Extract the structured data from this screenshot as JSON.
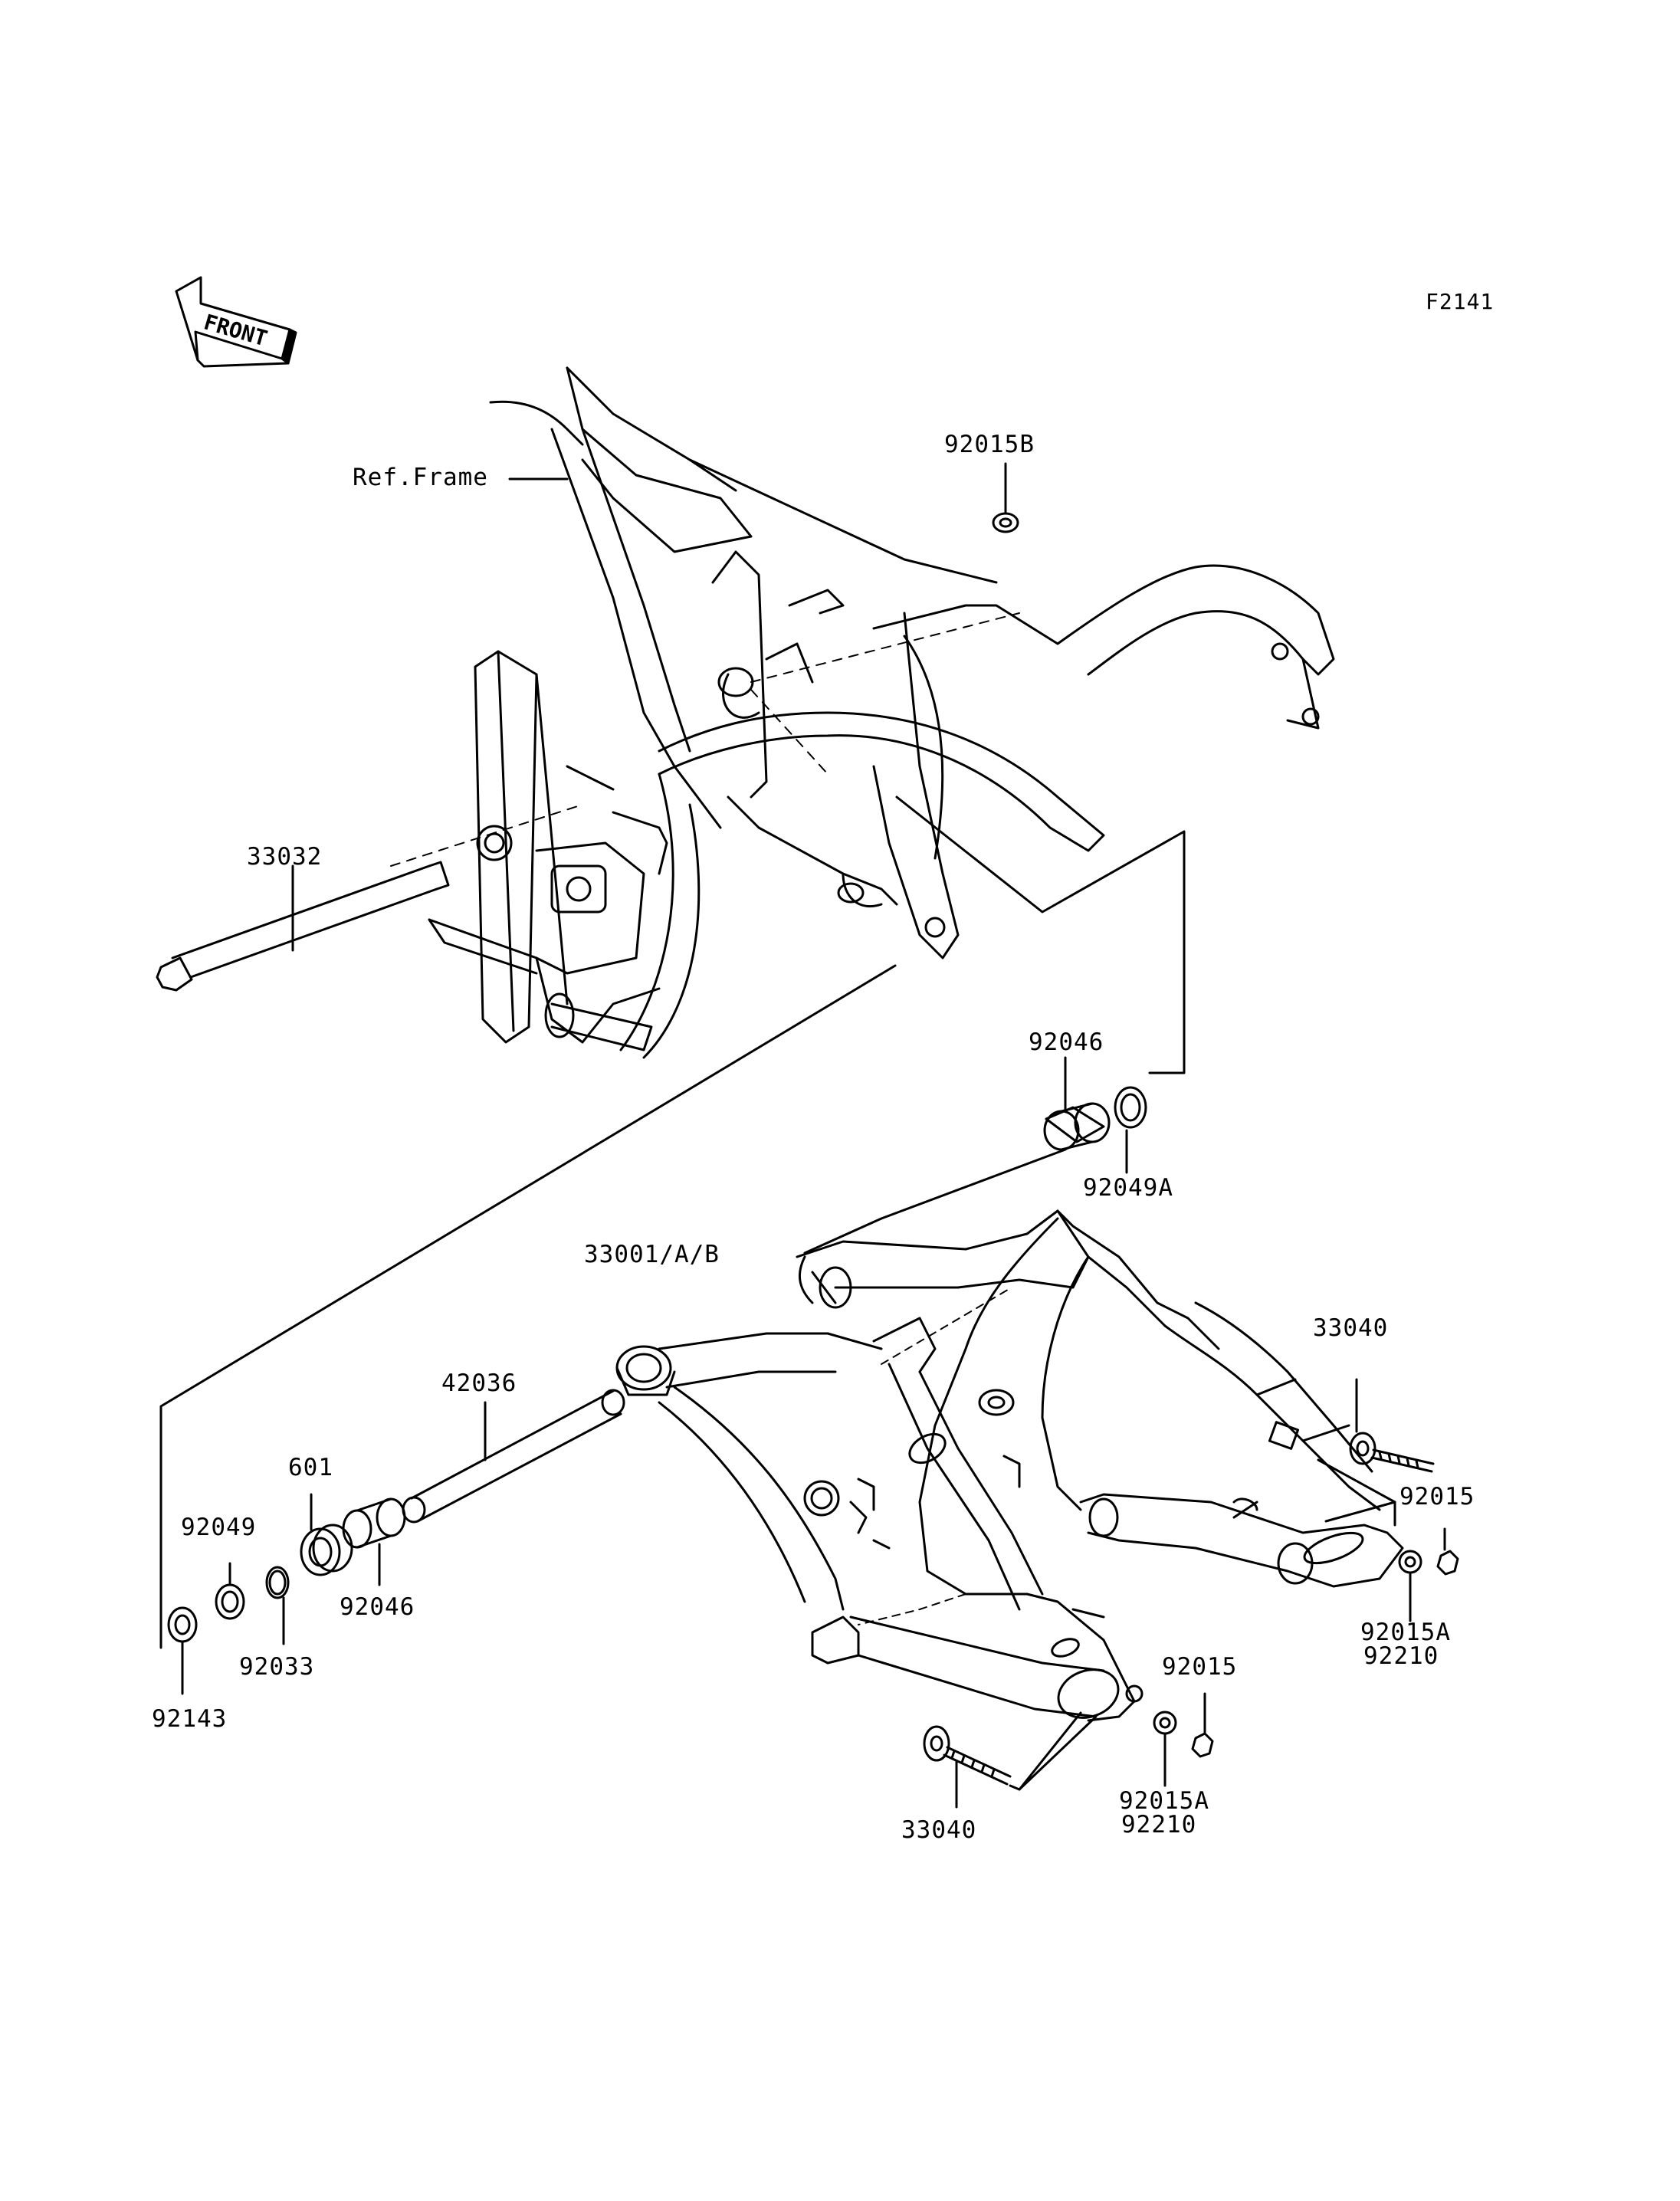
{
  "diagram_code": "F2141",
  "front_arrow_text": "FRONT",
  "labels": {
    "ref_frame": "Ref.Frame",
    "p92015b": "92015B",
    "p33032": "33032",
    "p92046_top": "92046",
    "p92049a": "92049A",
    "p33001": "33001/A/B",
    "p33040_right": "33040",
    "p42036": "42036",
    "p601": "601",
    "p92049": "92049",
    "p92015_right": "92015",
    "p92046_bottom": "92046",
    "p92033": "92033",
    "p92143": "92143",
    "p92015a_right": "92015A",
    "p92210_right": "92210",
    "p92015_bottom": "92015",
    "p33040_bottom": "33040",
    "p92015a_bottom": "92015A",
    "p92210_bottom": "92210"
  }
}
